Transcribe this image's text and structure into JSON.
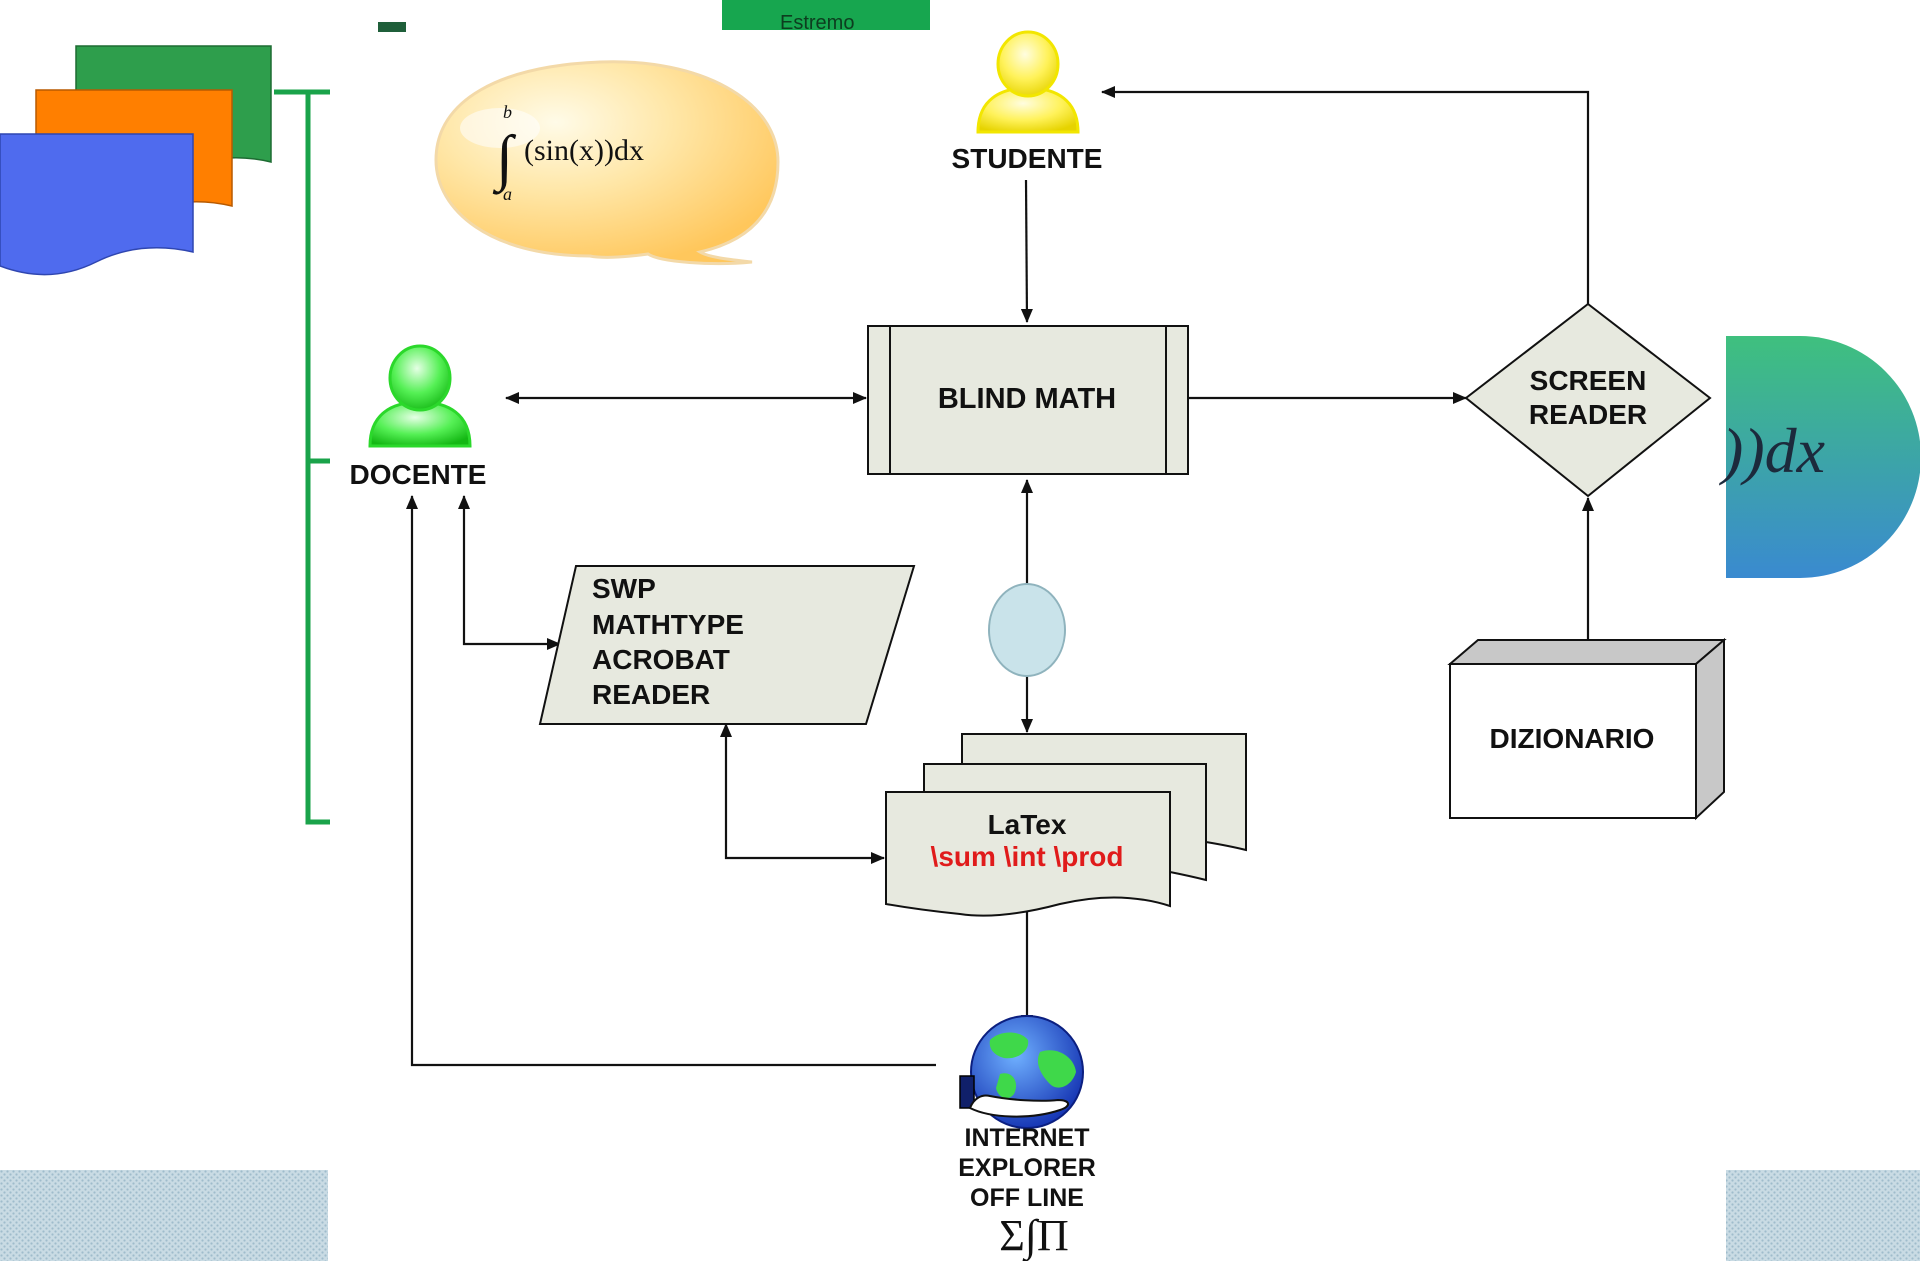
{
  "top_tab_label": "Estremo",
  "bubble_formula": {
    "integrand": "(sin(x))dx",
    "upper_limit": "b",
    "lower_limit": "a"
  },
  "right_formula_fragment": "))dx",
  "nodes": {
    "studente": "STUDENTE",
    "docente": "DOCENTE",
    "blind_math": "BLIND MATH",
    "screen_reader": [
      "SCREEN",
      "READER"
    ],
    "software": [
      "SWP",
      "MATHTYPE",
      "ACROBAT",
      "READER"
    ],
    "latex_title": "LaTex",
    "latex_code": "\\sum \\int \\prod",
    "dizionario": "DIZIONARIO",
    "internet": [
      "INTERNET",
      "EXPLORER",
      "OFF LINE"
    ],
    "symbols": "Σ∫Π"
  },
  "colors": {
    "studente_icon": "#f5ea1a",
    "docente_icon": "#2bd82b",
    "doc_green": "#2e9e4c",
    "doc_orange": "#ff7f00",
    "doc_blue": "#4f6bee",
    "bracket_green": "#1aa34a",
    "latex_code": "#e01b1b",
    "shape_fill": "#e7e9df",
    "connector_fill": "#c9e3ea"
  }
}
